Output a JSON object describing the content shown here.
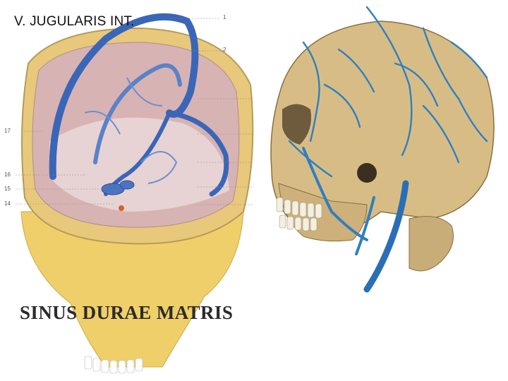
{
  "slide": {
    "title": "V. JUGULARIS INT.",
    "caption": "SINUS DURAE MATRIS"
  },
  "figure_left": {
    "leader_labels": [
      "1",
      "2",
      "17",
      "16",
      "15",
      "14"
    ]
  },
  "colors": {
    "vein_blue": "#3a66b8",
    "bone": "#d9c08a",
    "dura": "#c9a8a8",
    "skull_yellow": "#f0cf6a"
  }
}
